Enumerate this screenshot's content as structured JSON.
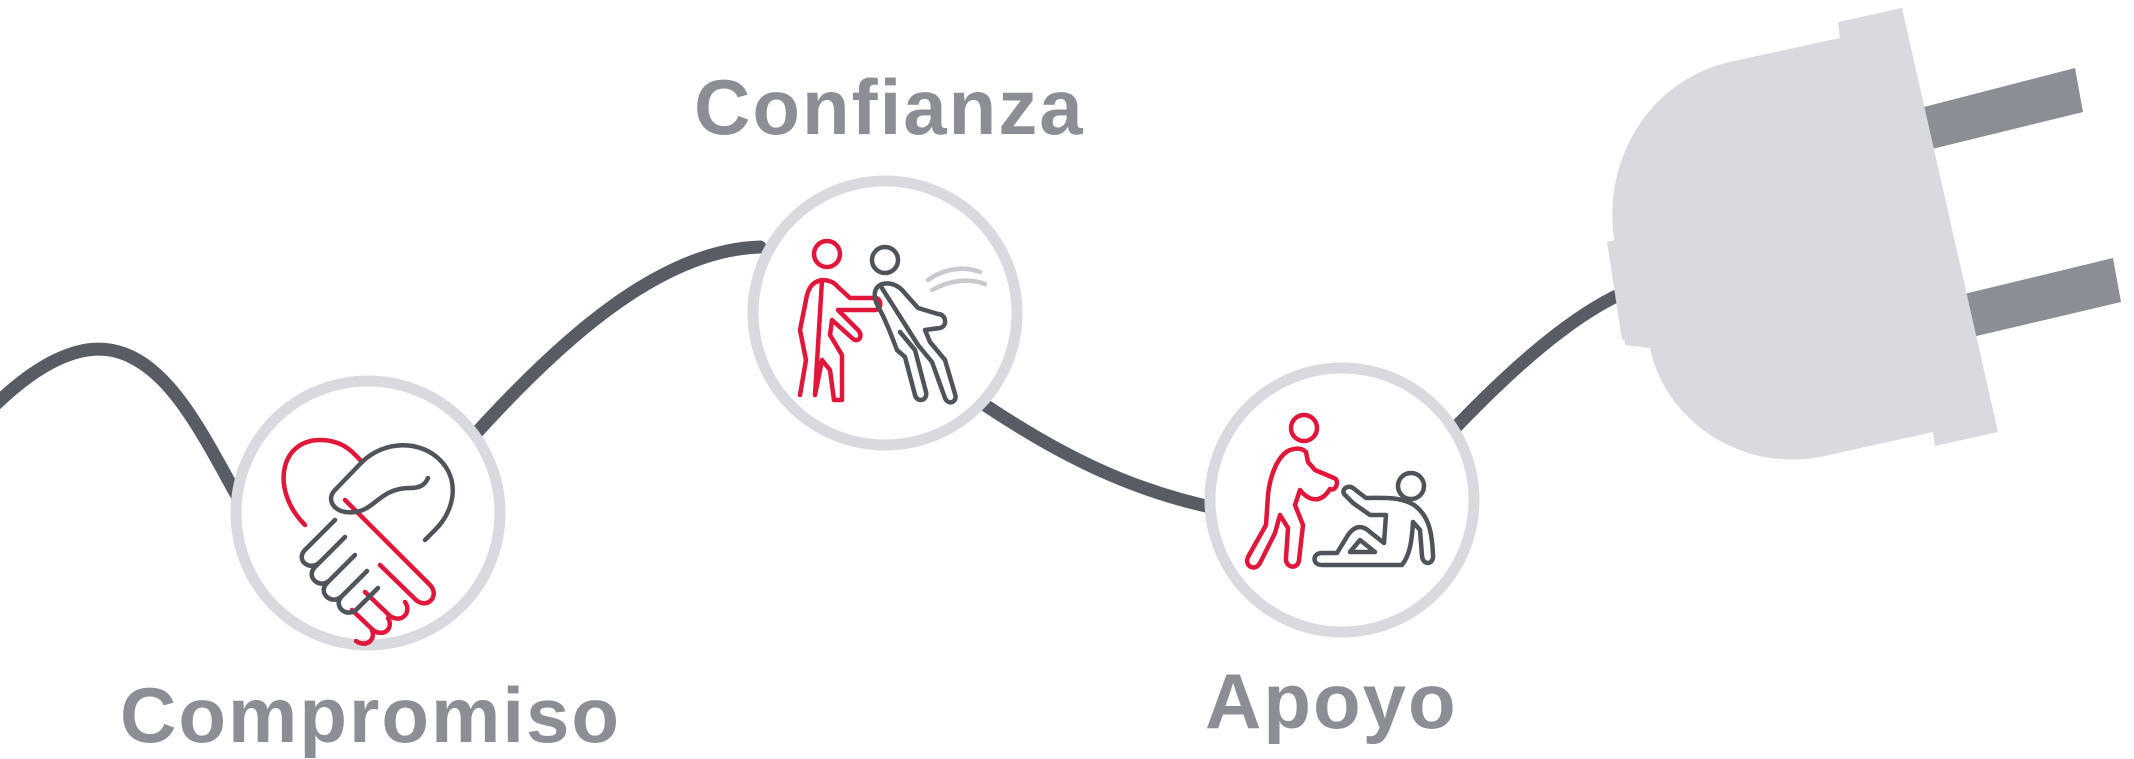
{
  "milestones": {
    "compromiso": {
      "label": "Compromiso",
      "icon": "handshake-icon"
    },
    "confianza": {
      "label": "Confianza",
      "icon": "person-catching-falling-person-icon"
    },
    "apoyo": {
      "label": "Apoyo",
      "icon": "person-helping-injured-person-icon"
    }
  },
  "decor": {
    "plug_icon": "power-plug-icon"
  },
  "colors": {
    "cable": "#585c64",
    "circle_ring": "#d9dae0",
    "label_text": "#8b8e94",
    "accent_red": "#e0163b",
    "icon_dark": "#4f535a",
    "plug_body": "#d9dadf",
    "plug_prong": "#8b8e94"
  }
}
